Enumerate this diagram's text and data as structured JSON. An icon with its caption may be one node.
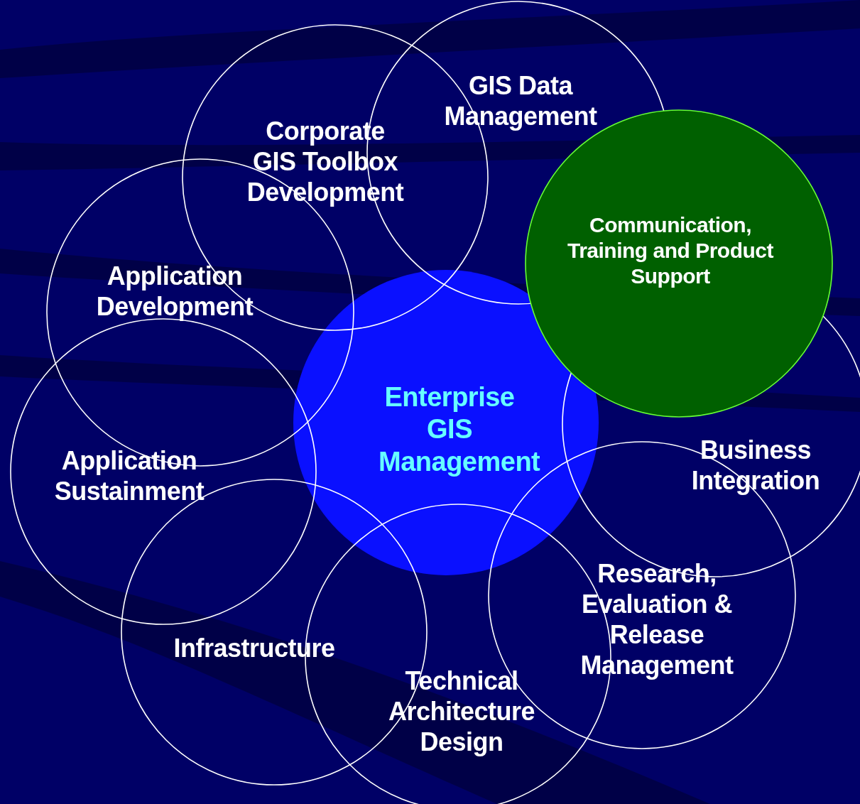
{
  "diagram": {
    "nodes": [
      {
        "text": [
          "Enterprise GIS Management"
        ]
      },
      {
        "text": [
          "GIS Data Management"
        ]
      },
      {
        "text": [
          "Corporate GIS Toolbox Development"
        ]
      },
      {
        "text": [
          "Communication, Training and Product Support"
        ]
      },
      {
        "text": [
          "Application Development"
        ]
      },
      {
        "text": [
          "Business Integration"
        ]
      },
      {
        "text": [
          "Application Sustainment"
        ]
      },
      {
        "text": [
          "Research, Evaluation & Release Management"
        ]
      },
      {
        "text": [
          "Infrastructure"
        ]
      },
      {
        "text": [
          "Technical Architecture Design"
        ]
      }
    ]
  }
}
